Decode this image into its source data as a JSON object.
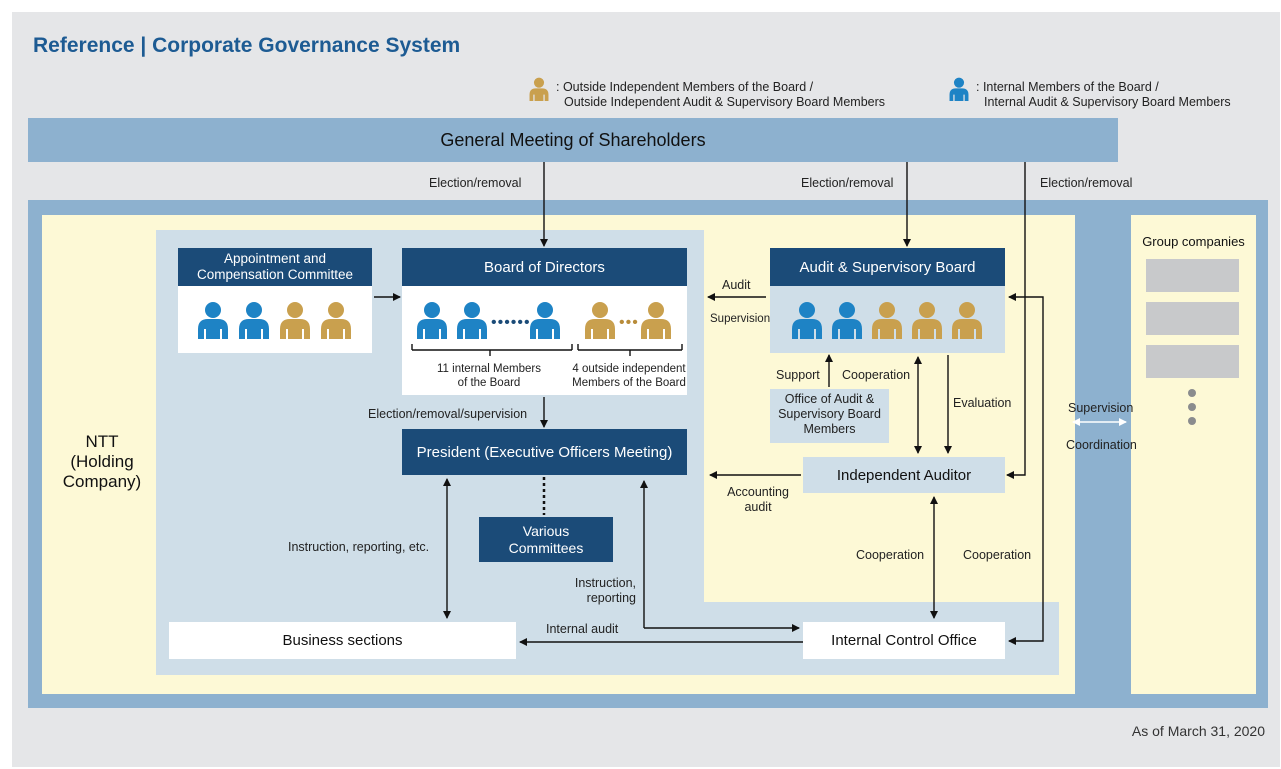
{
  "title": "Reference | Corporate Governance System",
  "legend": {
    "outside_line1": ": Outside Independent Members of the Board /",
    "outside_line2": "Outside Independent Audit & Supervisory Board Members",
    "internal_line1": ": Internal Members of the Board /",
    "internal_line2": "Internal Audit & Supervisory Board Members"
  },
  "colors": {
    "internal": "#1e83c5",
    "outside": "#c9a04e",
    "navy": "#1b4b78",
    "band": "#8db1cf",
    "cream": "#fdf9d6",
    "pale_blue": "#cfdee8"
  },
  "nodes": {
    "gms": "General Meeting of Shareholders",
    "ntt_line1": "NTT",
    "ntt_line2": "(Holding",
    "ntt_line3": "Company)",
    "acc_line1": "Appointment and",
    "acc_line2": "Compensation Committee",
    "bod": "Board of Directors",
    "asb": "Audit & Supervisory Board",
    "president": "President (Executive Officers Meeting)",
    "various_line1": "Various",
    "various_line2": "Committees",
    "office_line1": "Office of Audit &",
    "office_line2": "Supervisory Board",
    "office_line3": "Members",
    "auditor": "Independent Auditor",
    "business": "Business sections",
    "ico": "Internal Control Office",
    "group": "Group companies"
  },
  "bod_notes": {
    "internal_line1": "11 internal Members",
    "internal_line2": "of the Board",
    "outside_line1": "4 outside independent",
    "outside_line2": "Members of the Board"
  },
  "labels": {
    "election1": "Election/removal",
    "election2": "Election/removal",
    "election3": "Election/removal",
    "audit": "Audit",
    "supervision": "Supervision",
    "support": "Support",
    "cooperation1": "Cooperation",
    "evaluation": "Evaluation",
    "ers": "Election/removal/supervision",
    "accounting_line1": "Accounting",
    "accounting_line2": "audit",
    "ire": "Instruction, reporting, etc.",
    "cooperation2": "Cooperation",
    "cooperation3": "Cooperation",
    "ir_line1": "Instruction,",
    "ir_line2": "reporting",
    "internal_audit": "Internal audit",
    "supervision2": "Supervision",
    "coordination": "Coordination"
  },
  "footer": "As of March 31, 2020",
  "icons": {
    "acc_members": [
      "internal",
      "internal",
      "outside",
      "outside"
    ],
    "bod_internal": [
      "internal",
      "internal",
      "internal"
    ],
    "bod_outside": [
      "outside",
      "outside"
    ],
    "asb_members": [
      "internal",
      "internal",
      "outside",
      "outside",
      "outside"
    ]
  }
}
